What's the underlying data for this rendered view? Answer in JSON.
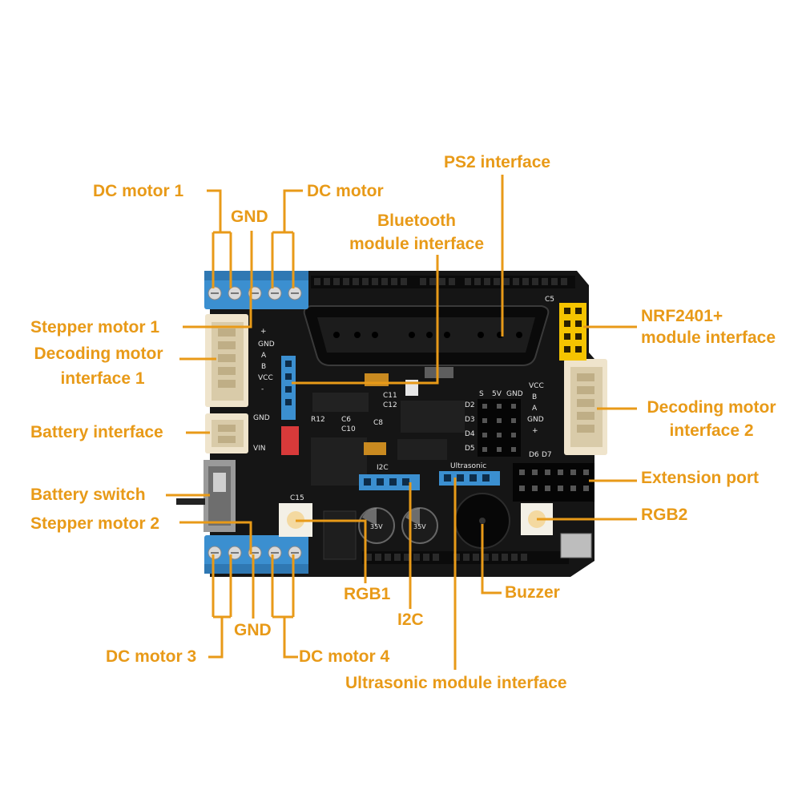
{
  "labels": {
    "dc_motor_1": "DC motor 1",
    "gnd_top": "GND",
    "dc_motor_top": "DC motor",
    "ps2_interface": "PS2 interface",
    "bluetooth_line1": "Bluetooth",
    "bluetooth_line2": "module interface",
    "nrf_line1": "NRF2401+",
    "nrf_line2": "module interface",
    "stepper_motor_1": "Stepper motor 1",
    "decoding_1_line1": "Decoding motor",
    "decoding_1_line2": "interface 1",
    "decoding_2_line1": "Decoding motor",
    "decoding_2_line2": "interface 2",
    "battery_interface": "Battery interface",
    "battery_switch": "Battery switch",
    "stepper_motor_2": "Stepper motor 2",
    "extension_port": "Extension port",
    "rgb2": "RGB2",
    "rgb1": "RGB1",
    "i2c": "I2C",
    "buzzer": "Buzzer",
    "gnd_bottom": "GND",
    "dc_motor_3": "DC motor 3",
    "dc_motor_4": "DC motor 4",
    "ultrasonic_module_interface": "Ultrasonic module interface"
  },
  "board_silkscreen": {
    "plus": "+",
    "gnd": "GND",
    "a": "A",
    "b": "B",
    "vcc": "VCC",
    "minus": "-",
    "vin": "VIN",
    "s": "S",
    "five_v": "5V",
    "d2": "D2",
    "d3": "D3",
    "d4": "D4",
    "d5": "D5",
    "d6": "D6",
    "d7": "D7",
    "ultrasonic": "Ultrasonic",
    "i2c": "I2C",
    "c5": "C5",
    "c8": "C8",
    "c11": "C11",
    "c12": "C12",
    "c15": "C15",
    "r12": "R12",
    "c6": "C6",
    "c10": "C10",
    "cap_rating_1": "35V",
    "cap_rating_2": "35V"
  },
  "colors": {
    "label": "#e89a18",
    "leader": "#e89a18",
    "pcb": "#141414",
    "terminal": "#3b8fd0",
    "header_yellow": "#f5c400",
    "connector_white": "#efe4cc"
  }
}
